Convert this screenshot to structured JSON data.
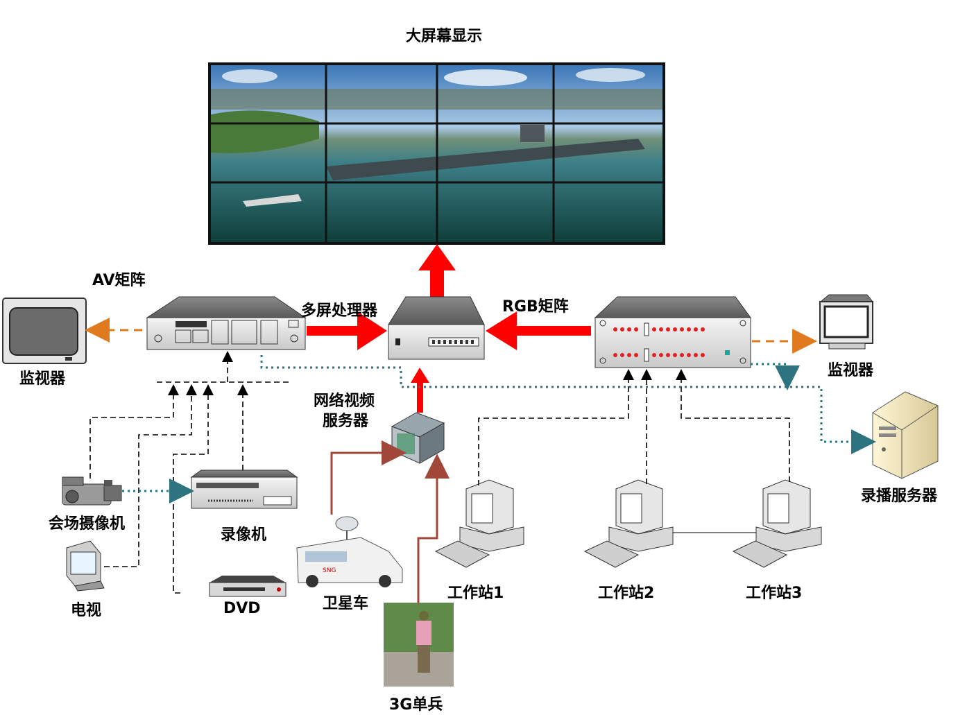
{
  "labels": {
    "big_screen": "大屏幕显示",
    "av_matrix": "AV矩阵",
    "multi_screen_processor": "多屏处理器",
    "rgb_matrix": "RGB矩阵",
    "monitor_left": "监视器",
    "monitor_right": "监视器",
    "network_video_server_line1": "网络视频",
    "network_video_server_line2": "服务器",
    "recording_server": "录播服务器",
    "camera": "会场摄像机",
    "vcr": "录像机",
    "tv": "电视",
    "dvd": "DVD",
    "satellite_van": "卫星车",
    "soldier_3g": "3G单兵",
    "workstation1": "工作站1",
    "workstation2": "工作站2",
    "workstation3": "工作站3",
    "van_body_text": "SNG"
  },
  "colors": {
    "red_arrow": "#ff0000",
    "brown_line": "#a0473a",
    "teal_dotted": "#2e7480",
    "orange_dashed": "#e07a1f",
    "black_dashed": "#000000"
  }
}
